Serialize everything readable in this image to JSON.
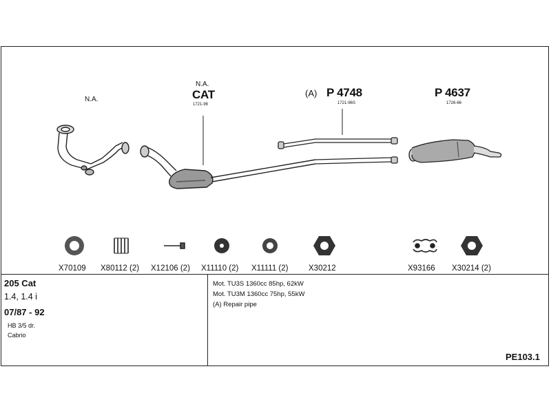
{
  "top_labels": {
    "na_left": "N.A.",
    "cat_na": "N.A.",
    "cat": "CAT",
    "cat_num": "1721-96",
    "repair_marker": "(A)",
    "p4748": "P 4748",
    "p4748_num": "1721-96S",
    "p4637": "P 4637",
    "p4637_num": "1726-66"
  },
  "parts": [
    {
      "code": "X70109",
      "icon": "gasket-ring-icon"
    },
    {
      "code": "X80112 (2)",
      "icon": "spring-icon"
    },
    {
      "code": "X12106 (2)",
      "icon": "bolt-icon"
    },
    {
      "code": "X11110 (2)",
      "icon": "rubber-mount-icon"
    },
    {
      "code": "X11111 (2)",
      "icon": "rubber-ring-icon"
    },
    {
      "code": "X30212",
      "icon": "flange-gasket-icon"
    },
    {
      "code": "X93166",
      "icon": "clamp-icon"
    },
    {
      "code": "X30214 (2)",
      "icon": "flange-gasket-icon"
    }
  ],
  "vehicle": {
    "model": "205 Cat",
    "engines": "1.4, 1.4 i",
    "years": "07/87 - 92",
    "body1": "HB 3/5 dr.",
    "body2": "Cabrio"
  },
  "notes": [
    "Mot. TU3S 1360cc 85hp, 62kW",
    "Mot. TU3M 1360cc 75hp, 55kW",
    "(A) Repair pipe"
  ],
  "page_code": "PE103.1"
}
